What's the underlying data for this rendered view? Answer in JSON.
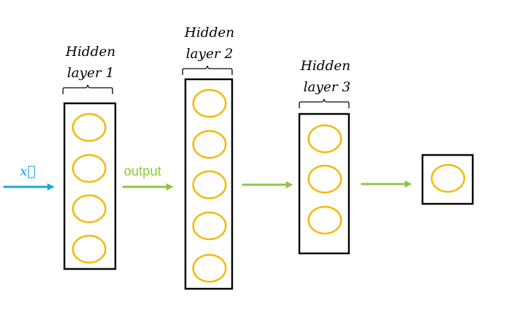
{
  "colors": {
    "neuron": "#f5b800",
    "input_arrow": "#1aa3e0",
    "hidden_arrow": "#8cc63f",
    "box": "#000000"
  },
  "input": {
    "label": "x⃗"
  },
  "output_label": "output",
  "layers": [
    {
      "title_line1": "Hidden",
      "title_line2": "layer 1",
      "neurons": 4
    },
    {
      "title_line1": "Hidden",
      "title_line2": "layer 2",
      "neurons": 5
    },
    {
      "title_line1": "Hidden",
      "title_line2": "layer 3",
      "neurons": 3
    },
    {
      "neurons": 1
    }
  ]
}
